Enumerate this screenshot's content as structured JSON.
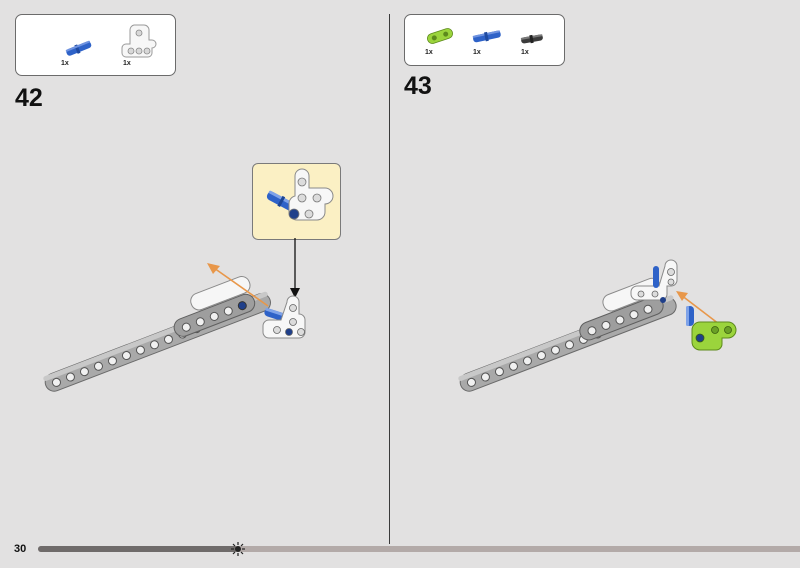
{
  "page": {
    "number": "30",
    "progress_fraction": 0.262
  },
  "steps": [
    {
      "number": "42",
      "parts": [
        {
          "qty": "1x",
          "icon": "blue-axle-pin-icon",
          "color": "#2e62c8"
        },
        {
          "qty": "1x",
          "icon": "white-t-beam-icon",
          "color": "#f4f4f4"
        }
      ]
    },
    {
      "number": "43",
      "parts": [
        {
          "qty": "1x",
          "icon": "lime-connector-icon",
          "color": "#9bd43c"
        },
        {
          "qty": "1x",
          "icon": "blue-axle-pin-icon",
          "color": "#2e62c8"
        },
        {
          "qty": "1x",
          "icon": "black-pin-icon",
          "color": "#3b3b3b"
        }
      ]
    }
  ],
  "colors": {
    "background": "#e2e1e1",
    "beam_grey": "#a9a9a9",
    "callout_bg": "#fbf0c4",
    "arrow_orange": "#e8974a",
    "progress_dark": "#6f6b6a",
    "progress_light": "#b3aaa8"
  }
}
